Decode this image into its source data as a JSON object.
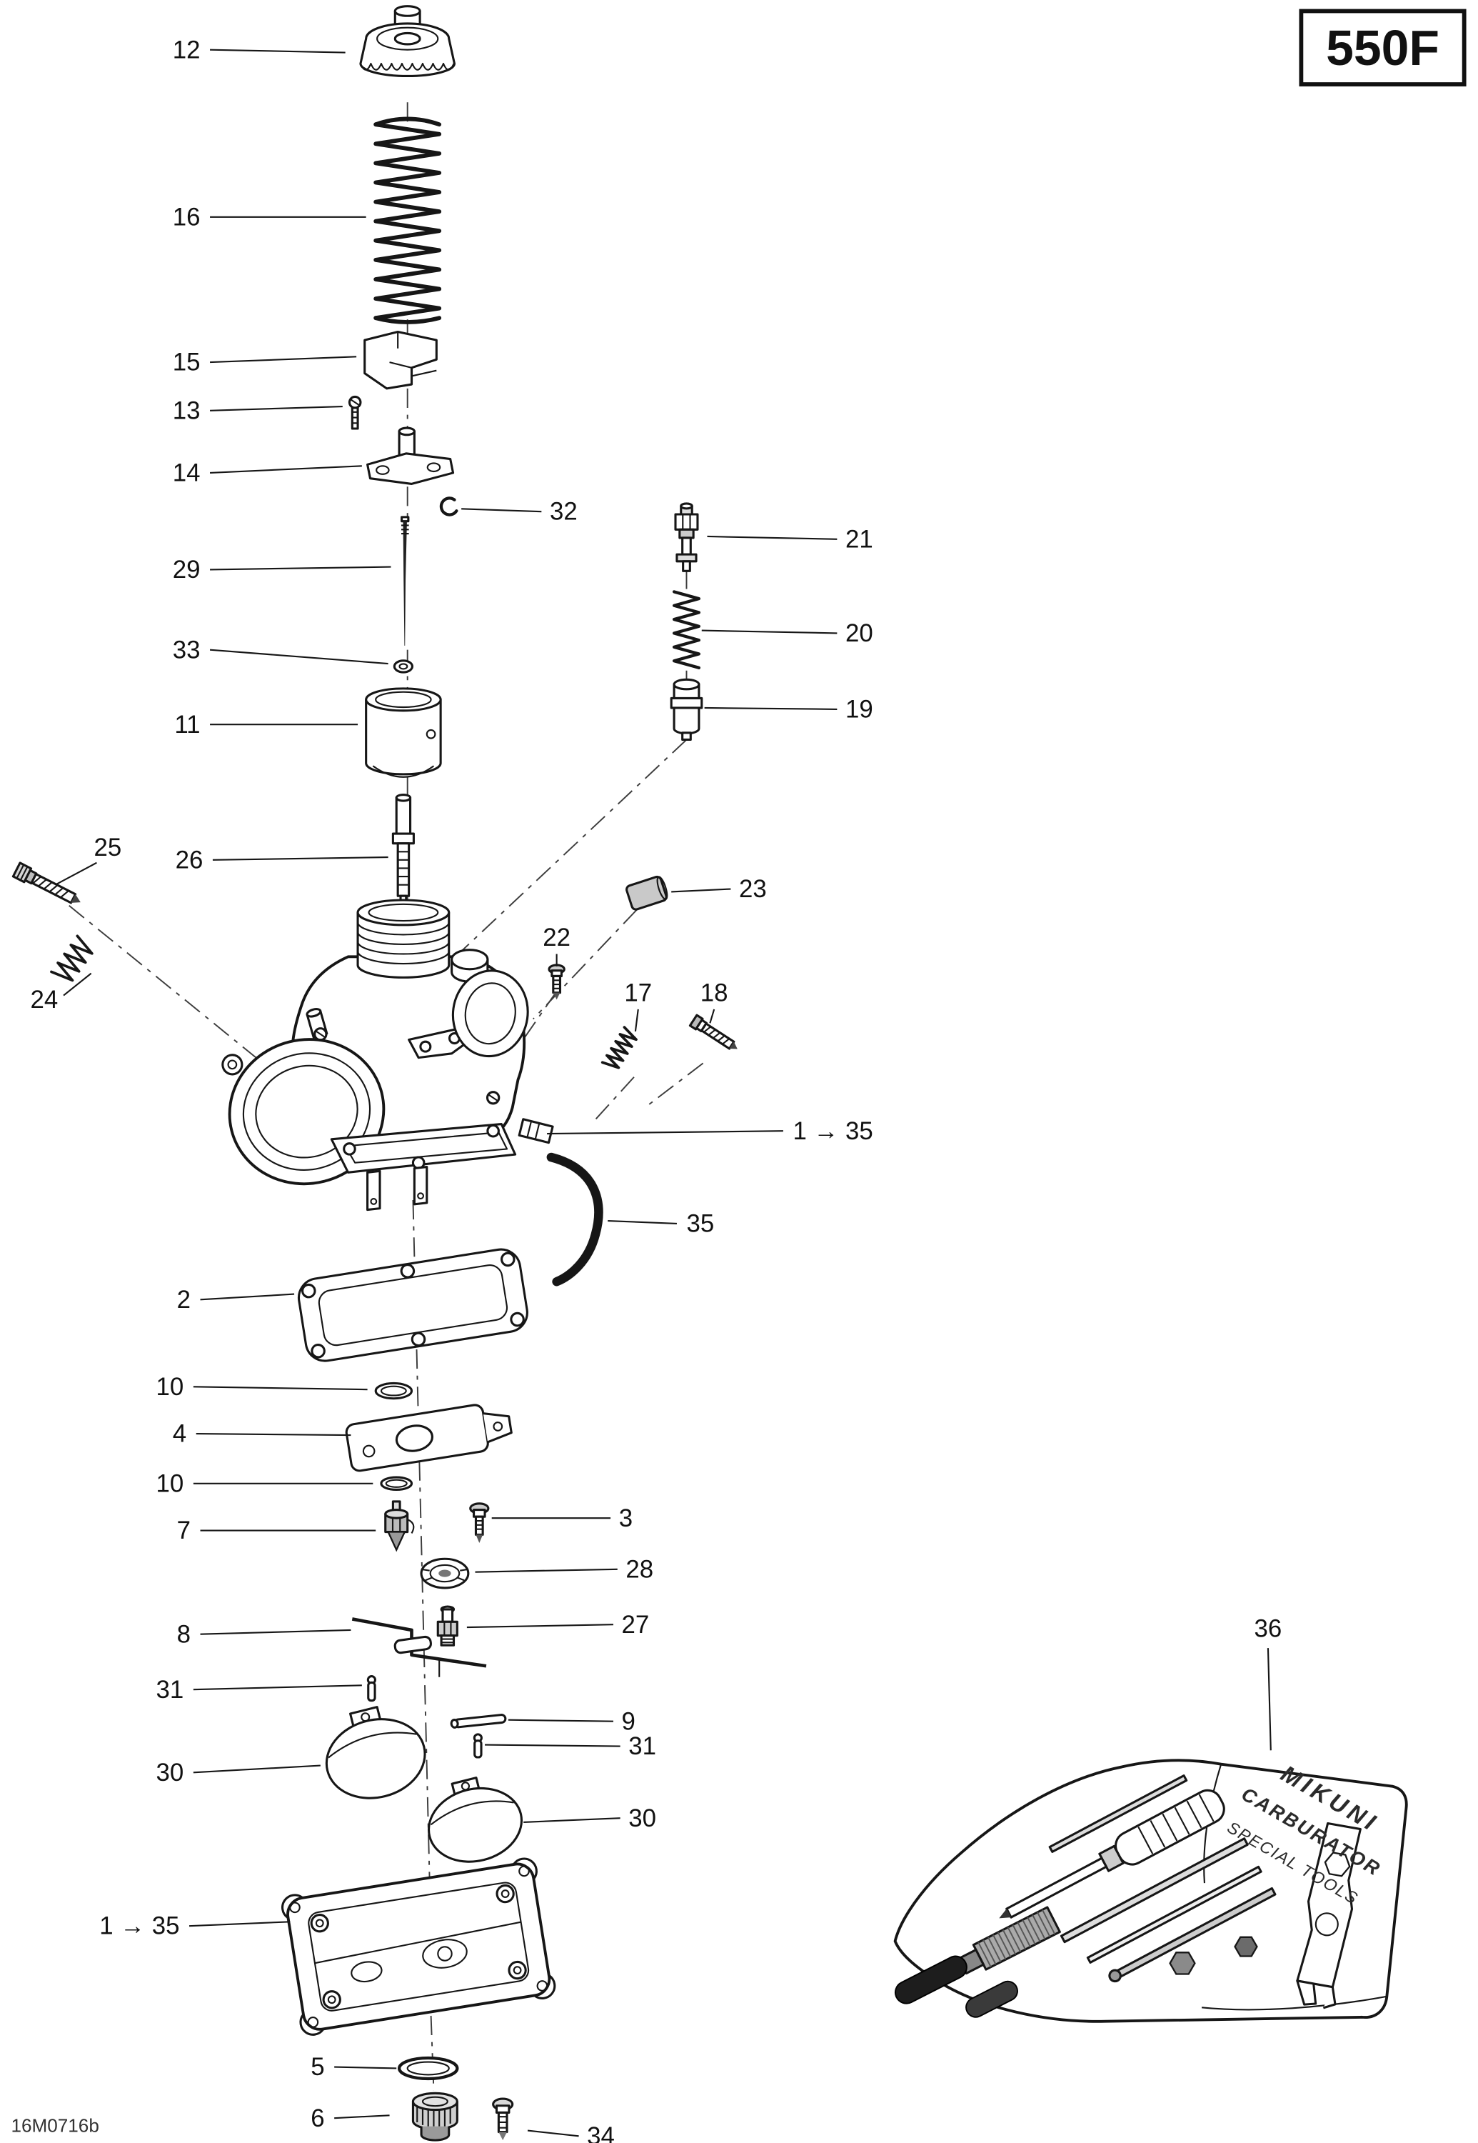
{
  "page": {
    "model_badge": "550F",
    "drawing_code": "16M0716b"
  },
  "tool_kit_label": {
    "line1": "MIKUNI",
    "line2": "CARBURATOR",
    "line3": "SPECIAL TOOLS"
  },
  "callouts": [
    {
      "label": "12",
      "anchor": "end",
      "text": [
        145,
        42
      ],
      "line": [
        152,
        36,
        250,
        38
      ]
    },
    {
      "label": "16",
      "anchor": "end",
      "text": [
        145,
        163
      ],
      "line": [
        152,
        157,
        265,
        157
      ]
    },
    {
      "label": "15",
      "anchor": "end",
      "text": [
        145,
        268
      ],
      "line": [
        152,
        262,
        258,
        258
      ]
    },
    {
      "label": "13",
      "anchor": "end",
      "text": [
        145,
        303
      ],
      "line": [
        152,
        297,
        248,
        294
      ]
    },
    {
      "label": "14",
      "anchor": "end",
      "text": [
        145,
        348
      ],
      "line": [
        152,
        342,
        262,
        337
      ]
    },
    {
      "label": "32",
      "anchor": "start",
      "text": [
        398,
        376
      ],
      "line": [
        392,
        370,
        334,
        368
      ]
    },
    {
      "label": "29",
      "anchor": "end",
      "text": [
        145,
        418
      ],
      "line": [
        152,
        412,
        283,
        410
      ]
    },
    {
      "label": "33",
      "anchor": "end",
      "text": [
        145,
        476
      ],
      "line": [
        152,
        470,
        281,
        480
      ]
    },
    {
      "label": "11",
      "anchor": "end",
      "text": [
        145,
        530
      ],
      "line": [
        152,
        524,
        259,
        524
      ]
    },
    {
      "label": "26",
      "anchor": "end",
      "text": [
        147,
        628
      ],
      "line": [
        154,
        622,
        281,
        620
      ]
    },
    {
      "label": "25",
      "anchor": "end",
      "text": [
        88,
        619
      ],
      "line": [
        70,
        624,
        40,
        640
      ]
    },
    {
      "label": "24",
      "anchor": "end",
      "text": [
        42,
        729
      ],
      "line": [
        46,
        720,
        66,
        704
      ]
    },
    {
      "label": "21",
      "anchor": "start",
      "text": [
        612,
        396
      ],
      "line": [
        606,
        390,
        512,
        388
      ]
    },
    {
      "label": "20",
      "anchor": "start",
      "text": [
        612,
        464
      ],
      "line": [
        606,
        458,
        508,
        456
      ]
    },
    {
      "label": "19",
      "anchor": "start",
      "text": [
        612,
        519
      ],
      "line": [
        606,
        513,
        510,
        512
      ]
    },
    {
      "label": "23",
      "anchor": "start",
      "text": [
        535,
        649
      ],
      "line": [
        529,
        643,
        486,
        645
      ]
    },
    {
      "label": "22",
      "anchor": "middle",
      "text": [
        403,
        684
      ],
      "line": [
        403,
        690,
        403,
        699
      ]
    },
    {
      "label": "17",
      "anchor": "middle",
      "text": [
        462,
        724
      ],
      "line": [
        462,
        730,
        460,
        746
      ]
    },
    {
      "label": "18",
      "anchor": "middle",
      "text": [
        517,
        724
      ],
      "line": [
        517,
        730,
        514,
        740
      ]
    },
    {
      "label": "1 → 35",
      "anchor": "start",
      "text": [
        574,
        824
      ],
      "line": [
        567,
        818,
        396,
        820
      ]
    },
    {
      "label": "35",
      "anchor": "start",
      "text": [
        497,
        891
      ],
      "line": [
        490,
        885,
        440,
        883
      ]
    },
    {
      "label": "2",
      "anchor": "end",
      "text": [
        138,
        946
      ],
      "line": [
        145,
        940,
        213,
        936
      ]
    },
    {
      "label": "10",
      "anchor": "end",
      "text": [
        133,
        1009
      ],
      "line": [
        140,
        1003,
        266,
        1005
      ]
    },
    {
      "label": "4",
      "anchor": "end",
      "text": [
        135,
        1043
      ],
      "line": [
        142,
        1037,
        254,
        1038
      ]
    },
    {
      "label": "10",
      "anchor": "end",
      "text": [
        133,
        1079
      ],
      "line": [
        140,
        1073,
        270,
        1073
      ]
    },
    {
      "label": "7",
      "anchor": "end",
      "text": [
        138,
        1113
      ],
      "line": [
        145,
        1107,
        272,
        1107
      ]
    },
    {
      "label": "3",
      "anchor": "start",
      "text": [
        448,
        1104
      ],
      "line": [
        442,
        1098,
        356,
        1098
      ]
    },
    {
      "label": "28",
      "anchor": "start",
      "text": [
        453,
        1141
      ],
      "line": [
        447,
        1135,
        344,
        1137
      ]
    },
    {
      "label": "27",
      "anchor": "start",
      "text": [
        450,
        1181
      ],
      "line": [
        444,
        1175,
        338,
        1177
      ]
    },
    {
      "label": "8",
      "anchor": "end",
      "text": [
        138,
        1188
      ],
      "line": [
        145,
        1182,
        254,
        1179
      ]
    },
    {
      "label": "31",
      "anchor": "end",
      "text": [
        133,
        1228
      ],
      "line": [
        140,
        1222,
        262,
        1219
      ]
    },
    {
      "label": "9",
      "anchor": "start",
      "text": [
        450,
        1251
      ],
      "line": [
        444,
        1245,
        368,
        1244
      ]
    },
    {
      "label": "31",
      "anchor": "start",
      "text": [
        455,
        1269
      ],
      "line": [
        449,
        1263,
        351,
        1262
      ]
    },
    {
      "label": "30",
      "anchor": "end",
      "text": [
        133,
        1288
      ],
      "line": [
        140,
        1282,
        232,
        1277
      ]
    },
    {
      "label": "30",
      "anchor": "start",
      "text": [
        455,
        1321
      ],
      "line": [
        449,
        1315,
        379,
        1318
      ]
    },
    {
      "label": "1 → 35",
      "anchor": "end",
      "text": [
        130,
        1399
      ],
      "line": [
        137,
        1393,
        210,
        1390
      ]
    },
    {
      "label": "5",
      "anchor": "end",
      "text": [
        235,
        1501
      ],
      "line": [
        242,
        1495,
        287,
        1496
      ]
    },
    {
      "label": "6",
      "anchor": "end",
      "text": [
        235,
        1538
      ],
      "line": [
        242,
        1532,
        282,
        1530
      ]
    },
    {
      "label": "34",
      "anchor": "start",
      "text": [
        425,
        1551
      ],
      "line": [
        419,
        1545,
        382,
        1541
      ]
    },
    {
      "label": "36",
      "anchor": "middle",
      "text": [
        918,
        1184
      ],
      "line": [
        918,
        1192,
        920,
        1266
      ]
    }
  ]
}
